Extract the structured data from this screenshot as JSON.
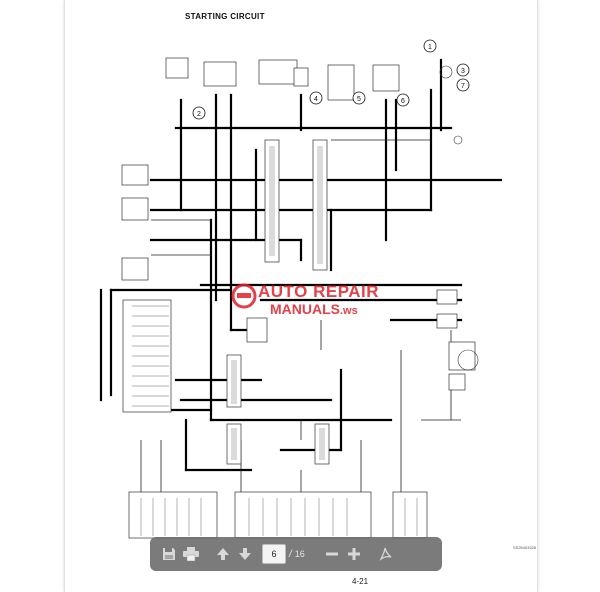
{
  "document": {
    "title": "STARTING CIRCUIT",
    "page_footer": "4-21",
    "doc_code": "SS25403326"
  },
  "callouts": [
    "1",
    "2",
    "3",
    "4",
    "5",
    "6",
    "7"
  ],
  "watermark": {
    "line1": "AUTO REPAIR",
    "line2": "MANUALS",
    "line2_suffix": ".ws"
  },
  "toolbar": {
    "current_page": "6",
    "separator": "/",
    "total_pages": "16",
    "icons": [
      "save-icon",
      "print-icon",
      "previous-page-icon",
      "next-page-icon",
      "zoom-out-icon",
      "zoom-in-icon",
      "adobe-acrobat-icon"
    ]
  },
  "colors": {
    "toolbar_bg": "#696969",
    "watermark": "#e0202a",
    "wire": "#000000"
  }
}
